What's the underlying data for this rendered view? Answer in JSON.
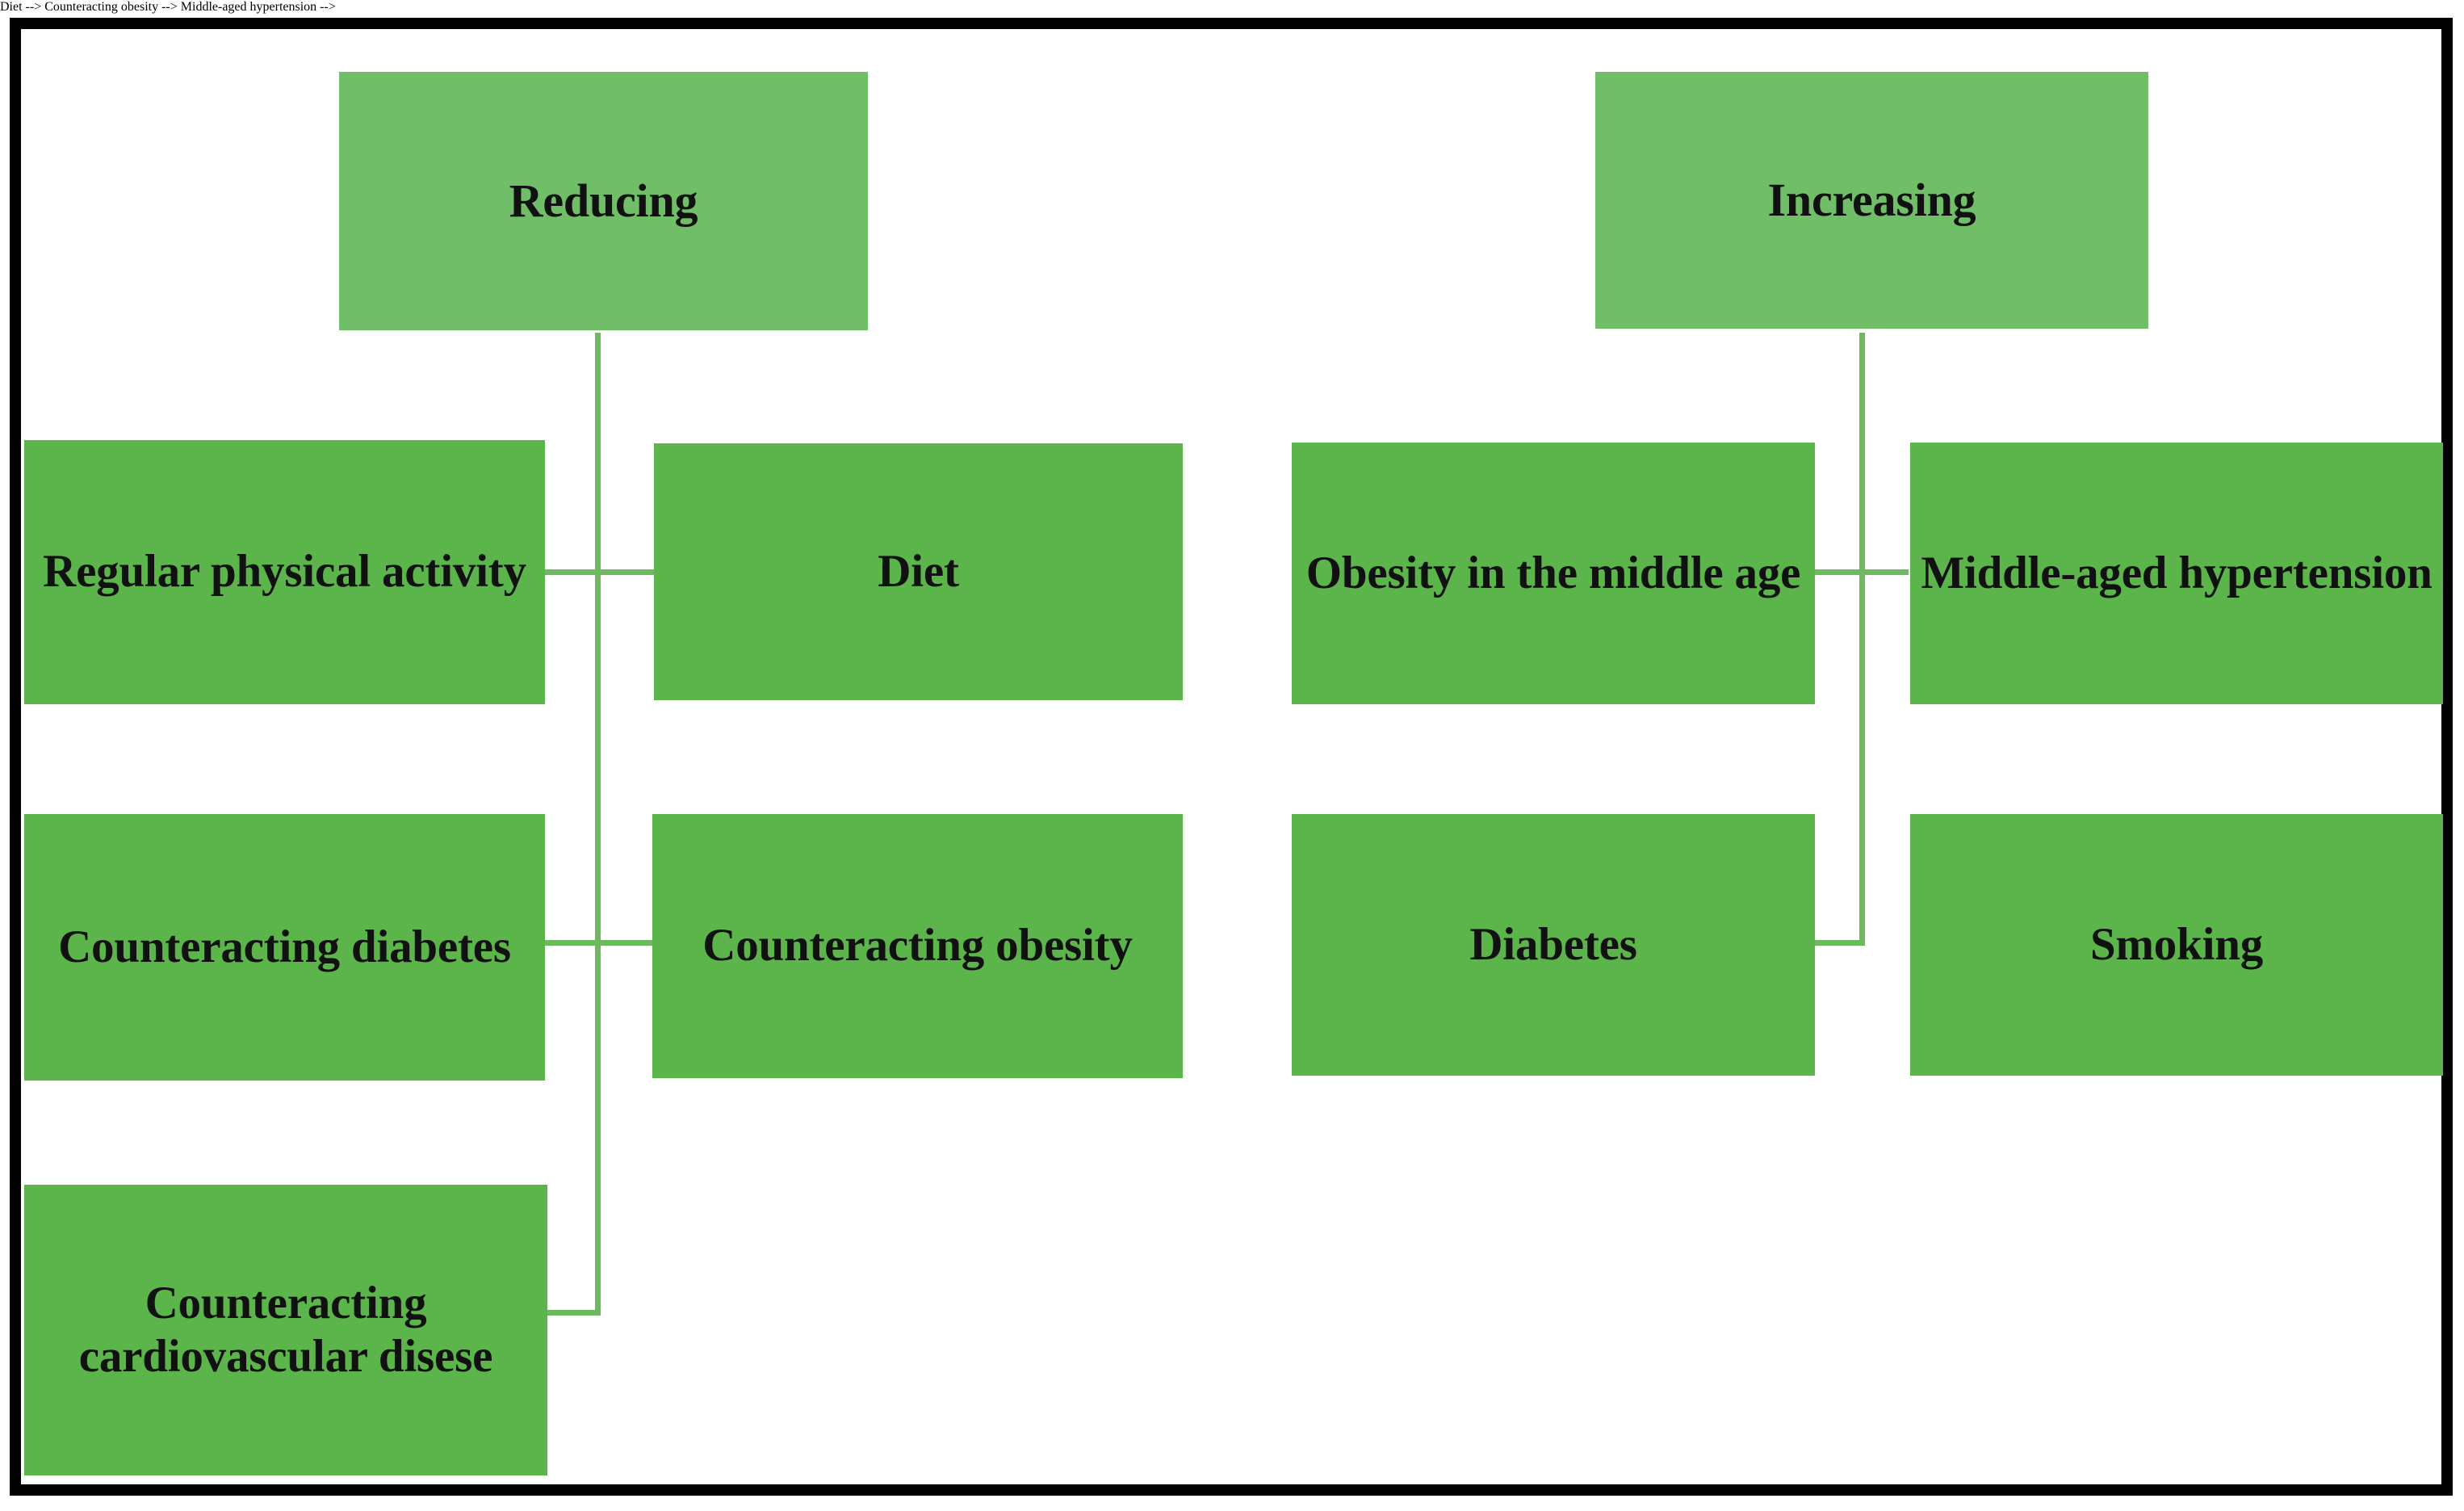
{
  "diagram": {
    "title_visible": false,
    "colors": {
      "header_box": "#70be68",
      "leaf_box": "#5cb54a",
      "connector": "#6cba5d",
      "frame": "#000000",
      "text": "#111111",
      "background": "#ffffff"
    },
    "branches": [
      {
        "id": "reducing",
        "header": "Reducing",
        "children": [
          "Regular physical activity",
          "Diet",
          "Counteracting diabetes",
          "Counteracting obesity",
          "Counteracting cardiovascular disese"
        ]
      },
      {
        "id": "increasing",
        "header": "Increasing",
        "children": [
          "Obesity in the middle age",
          "Middle-aged hypertension",
          "Diabetes",
          "Smoking"
        ]
      }
    ],
    "nodes": {
      "reducing": "Reducing",
      "increasing": "Increasing",
      "regular_physical_activity": "Regular physical activity",
      "diet": "Diet",
      "counteracting_diabetes": "Counteracting diabetes",
      "counteracting_obesity": "Counteracting obesity",
      "counteracting_cardiovascular_disese": "Counteracting cardiovascular disese",
      "obesity_in_the_middle_age": "Obesity in the middle age",
      "middle_aged_hypertension": "Middle-aged hypertension",
      "diabetes": "Diabetes",
      "smoking": "Smoking"
    }
  }
}
